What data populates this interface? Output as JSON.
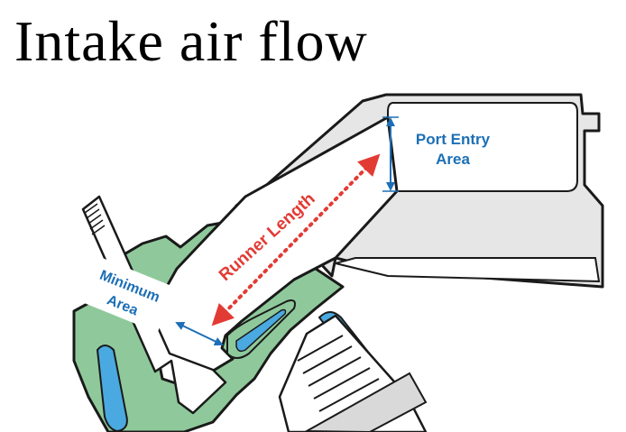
{
  "title": "Intake air flow",
  "labels": {
    "port_entry_line1": "Port Entry",
    "port_entry_line2": "Area",
    "runner_length": "Runner Length",
    "minimum_line1": "Minimum",
    "minimum_line2": "Area"
  },
  "colors": {
    "head_casting": "#8fc99b",
    "coolant_passage": "#4aa9e0",
    "measure_blue": "#1c6fb6",
    "measure_red": "#e23b34",
    "outline": "#1a1a1a",
    "port_fill": "#ffffff",
    "manifold_fill": "#e6e6e6"
  }
}
